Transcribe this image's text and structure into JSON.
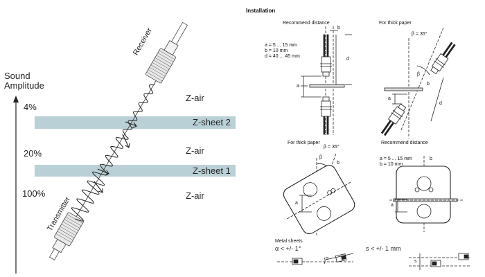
{
  "left": {
    "axis_title_line1": "Sound",
    "axis_title_line2": "Amplitude",
    "levels": [
      "4%",
      "20%",
      "100%"
    ],
    "layers": [
      "Z-air",
      "Z-sheet 2",
      "Z-air",
      "Z-sheet 1",
      "Z-air"
    ],
    "receiver_label": "Receiver",
    "transmitter_label": "Transmitter",
    "sheet_color": "#b9d0d6"
  },
  "right": {
    "title": "Installation",
    "panel1": {
      "heading": "Recommend distance",
      "spec_a": "a = 5 ... 15 mm",
      "spec_b": "b = 10 mm",
      "spec_d": "d = 40 ... 45 mm",
      "dim_a": "a",
      "dim_b": "b",
      "dim_d": "d"
    },
    "panel2": {
      "heading": "For thick paper",
      "angle": "β = 35°",
      "dim_a": "a",
      "dim_b": "b",
      "dim_d": "d",
      "dim_beta": "β"
    },
    "panel3": {
      "heading": "For thick paper",
      "angle": "β = 35°",
      "dim_a": "a",
      "dim_b": "b",
      "dim_beta": "β"
    },
    "panel4": {
      "heading": "Recommend distance",
      "spec_a": "a = 5 ... 15 mm",
      "spec_b": "b = 10 mm",
      "dim_a": "a",
      "dim_b": "b"
    },
    "panel5": {
      "heading": "Metal sheets",
      "tol_left": "α < +/- 1°",
      "tol_right": "s < +/- 1 mm",
      "dim_alpha": "α",
      "dim_s": "s"
    }
  }
}
